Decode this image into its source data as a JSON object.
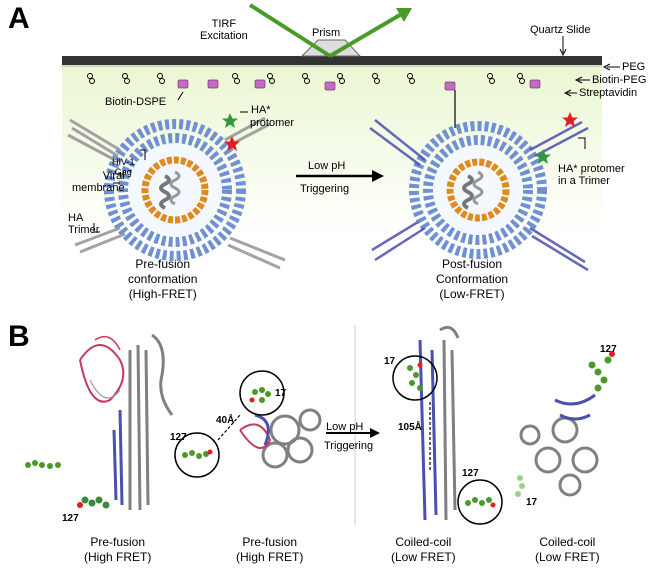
{
  "panel_a": {
    "letter": "A",
    "tirf": "TIRF\nExcitation",
    "prism": "Prism",
    "quartz": "Quartz Slide",
    "peg": "PEG",
    "biotin_peg": "Biotin-PEG",
    "streptavidin": "Streptavidin",
    "biotin_dspe": "Biotin-DSPE",
    "ha_star": "HA*",
    "protomer": "protomer",
    "hiv_gag": "HIV-1\nGag",
    "viral_membrane": "Viral\nmembrane",
    "ha_trimer": "HA\nTrimer",
    "low_ph": "Low pH",
    "triggering": "Triggering",
    "ha_star_trimer": "HA* protomer\nin a Trimer",
    "prefusion_caption": "Pre-fusion\nconformation\n(High-FRET)",
    "postfusion_caption": "Post-fusion\nConformation\n(Low-FRET)"
  },
  "panel_b": {
    "letter": "B",
    "label_17": "17",
    "label_127": "127",
    "dist_40": "40Å",
    "dist_105": "105Å",
    "low_ph": "Low pH",
    "triggering": "Triggering",
    "captions": [
      "Pre-fusion\n(High FRET)",
      "Pre-fusion\n(High FRET)",
      "Coiled-coil\n(Low FRET)",
      "Coiled-coil\n(Low FRET)"
    ]
  },
  "colors": {
    "membrane_bead": "#6f8fd6",
    "gag_bead": "#e08a1e",
    "slide": "#333333",
    "green_beam": "#4a9a2a",
    "streptavidin": "#c26bc2",
    "helix_blue": "#4b4fb0",
    "helix_red": "#c43b5c",
    "helix_gray": "#808080",
    "star_red": "#e02020",
    "star_green": "#2f9a3a"
  }
}
